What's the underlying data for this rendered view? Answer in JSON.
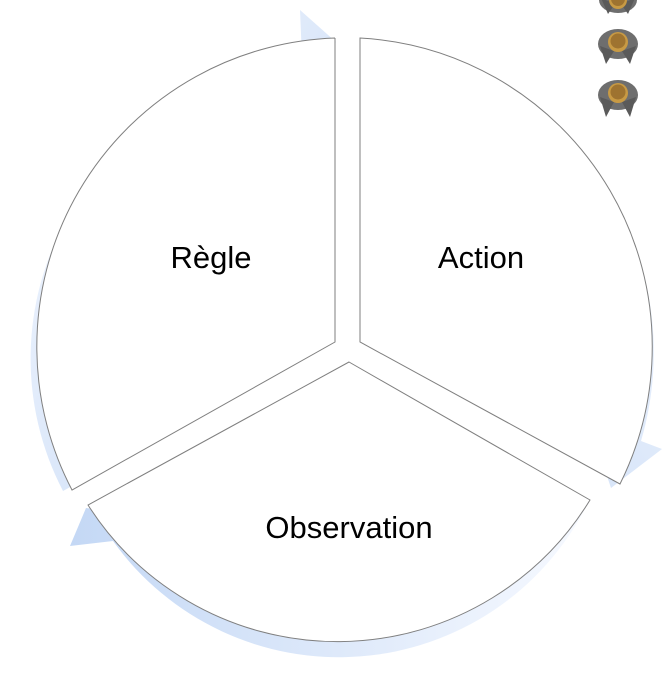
{
  "diagram": {
    "segments": [
      {
        "label": "Règle"
      },
      {
        "label": "Action"
      },
      {
        "label": "Observation"
      }
    ],
    "icons": [
      {
        "name": "person-top-view-icon"
      },
      {
        "name": "person-top-view-icon"
      },
      {
        "name": "person-top-view-icon"
      }
    ],
    "colors": {
      "arrow_light": "#f4f8ff",
      "arrow_mid": "#d2e2f9",
      "arrow_dark": "#bcd2f3",
      "divider": "#7f7f7f",
      "icon_head": "#c89a44",
      "icon_body": "#6e6e6e"
    }
  }
}
